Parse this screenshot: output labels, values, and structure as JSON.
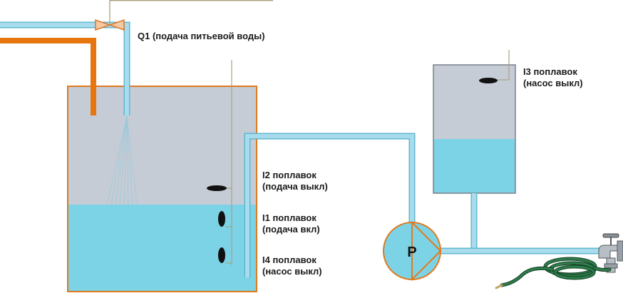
{
  "labels": {
    "q1": "Q1 (подача питьевой воды)",
    "i2_line1": "I2 поплавок",
    "i2_line2": "(подача выкл)",
    "i1_line1": "I1 поплавок",
    "i1_line2": "(подача вкл)",
    "i4_line1": "I4 поплавок",
    "i4_line2": "(насос выкл)",
    "i3_line1": "I3 поплавок",
    "i3_line2": "(насос выкл)",
    "pump": "P"
  },
  "icons": [
    "valve-icon",
    "faucet-icon",
    "garden-hose-icon",
    "pump-icon",
    "float-switch-icon"
  ],
  "colors": {
    "water": "#7dd3e6",
    "pipe": "#a8dcec",
    "pipe_outline": "#5fb7d0",
    "tank_air": "#c6ccd6",
    "tank_border": "#e07a1e",
    "hot_pipe": "#e8760f",
    "float": "#111111",
    "hose": "#1f5f3a"
  }
}
